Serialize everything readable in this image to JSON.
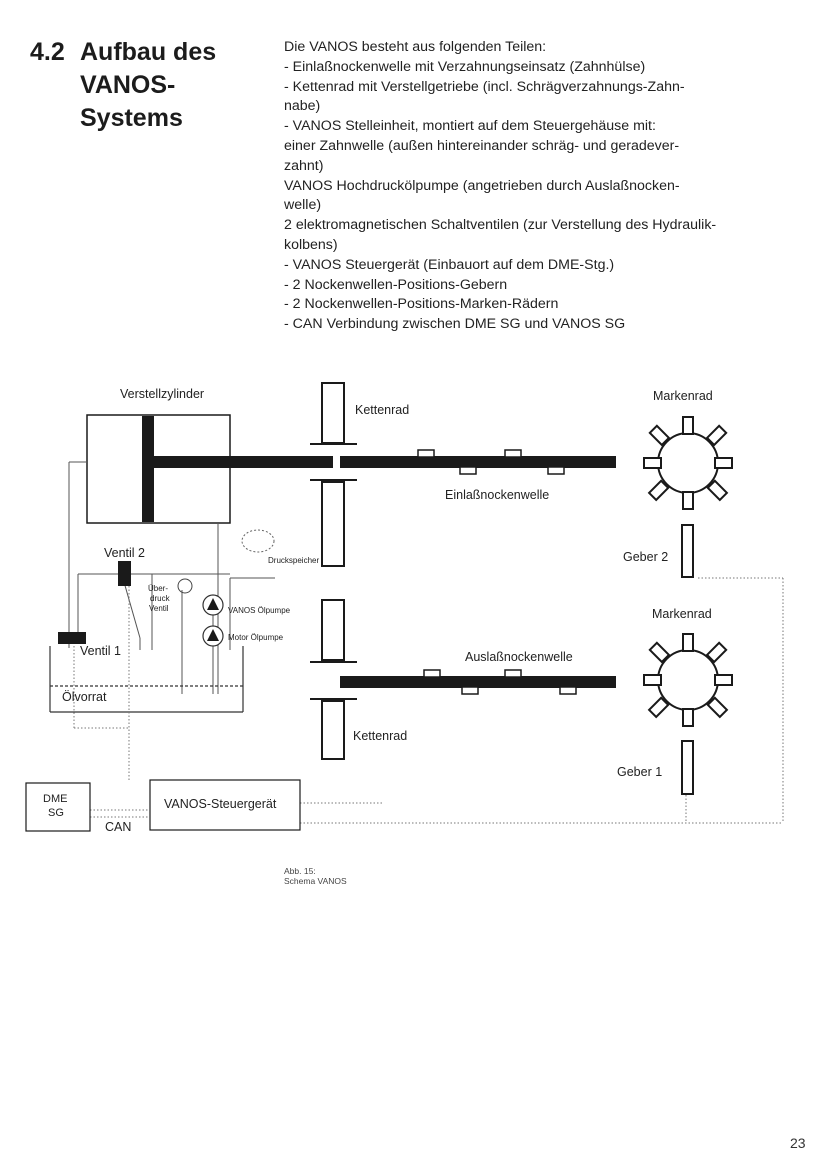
{
  "heading": {
    "number": "4.2",
    "title": "Aufbau des\nVANOS-\nSystems"
  },
  "intro_lines": [
    "Die VANOS besteht aus folgenden Teilen:",
    "- Einlaßnockenwelle mit Verzahnungseinsatz (Zahnhülse)",
    "- Kettenrad mit Verstellgetriebe (incl. Schrägverzahnungs-Zahn-",
    "   nabe)",
    "- VANOS Stelleinheit, montiert auf dem Steuergehäuse mit:",
    "   einer Zahnwelle (außen hintereinander schräg- und geradever-",
    "   zahnt)",
    "   VANOS Hochdrucköl­pumpe (angetrieben durch Auslaßnocken-",
    "   welle)",
    "   2 elektromagnetischen Schaltventilen (zur Verstellung des Hydraulik-",
    "   kolbens)",
    "- VANOS Steuergerät (Einbauort auf dem DME-Stg.)",
    "- 2 Nockenwellen-Positions-Gebern",
    "- 2 Nockenwellen-Positions-Marken-Rädern",
    "- CAN Verbindung zwischen DME SG und VANOS SG"
  ],
  "diagram": {
    "labels": {
      "verstellzylinder": "Verstellzylinder",
      "kettenrad_top": "Kettenrad",
      "markenrad_top": "Markenrad",
      "einlass": "Einlaßnockenwelle",
      "druckspeicher": "Druckspeicher",
      "ventil2": "Ventil 2",
      "geber2": "Geber 2",
      "ueberdruck_1": "Über-",
      "ueberdruck_2": "druck",
      "ueberdruck_3": "Ventil",
      "vanos_oelpumpe": "VANOS Ölpumpe",
      "motor_oelpumpe": "Motor Ölpumpe",
      "markenrad_bottom": "Markenrad",
      "ventil1": "Ventil 1",
      "auslass": "Auslaßnockenwelle",
      "oelvorrat": "Ölvorrat",
      "kettenrad_bottom": "Kettenrad",
      "geber1": "Geber 1",
      "dme_1": "DME",
      "dme_2": "SG",
      "steuergeraet": "VANOS-Steuergerät",
      "can": "CAN"
    }
  },
  "caption": {
    "line1": "Abb. 15:",
    "line2": "Schema VANOS"
  },
  "page_number": "23"
}
